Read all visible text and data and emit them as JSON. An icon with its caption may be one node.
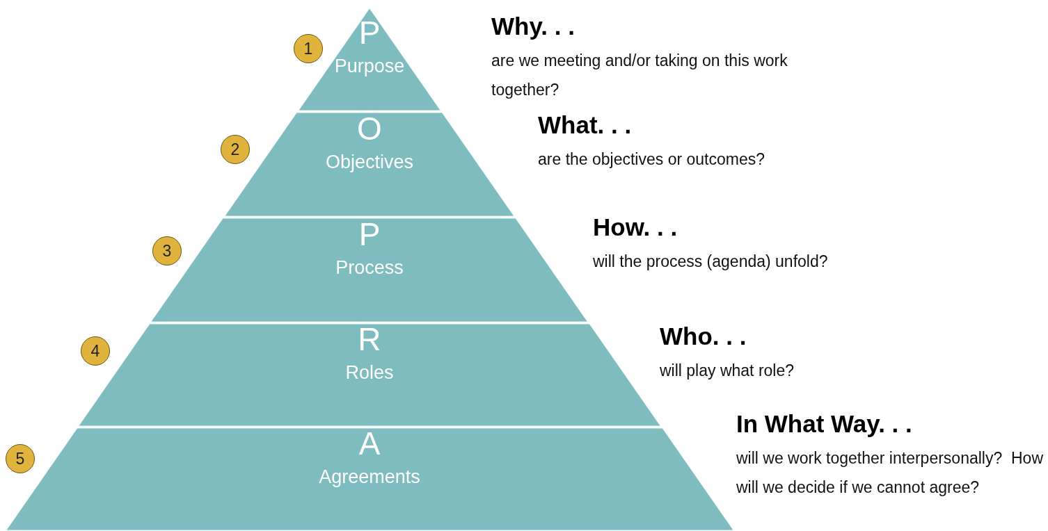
{
  "diagram": {
    "nodes": [
      {
        "text": [
          "P",
          "Purpose"
        ],
        "beside": [
          "Why. . .",
          "are we meeting and/or taking on this work together?"
        ]
      },
      {
        "text": [
          "O",
          "Objectives"
        ],
        "beside": [
          "What. . .",
          "are the objectives or outcomes?"
        ]
      },
      {
        "text": [
          "P",
          "Process"
        ],
        "beside": [
          "How. . .",
          "will the process (agenda) unfold?"
        ]
      },
      {
        "text": [
          "R",
          "Roles"
        ],
        "beside": [
          "Who. . .",
          "will play what role?"
        ]
      },
      {
        "text": [
          "A",
          "Agreements"
        ],
        "beside": [
          "In What Way. . .",
          "will we work together interpersonally?  How will we decide if we cannot agree?"
        ]
      }
    ],
    "edges": [],
    "labels": [
      "1",
      "2",
      "3",
      "4",
      "5"
    ]
  }
}
